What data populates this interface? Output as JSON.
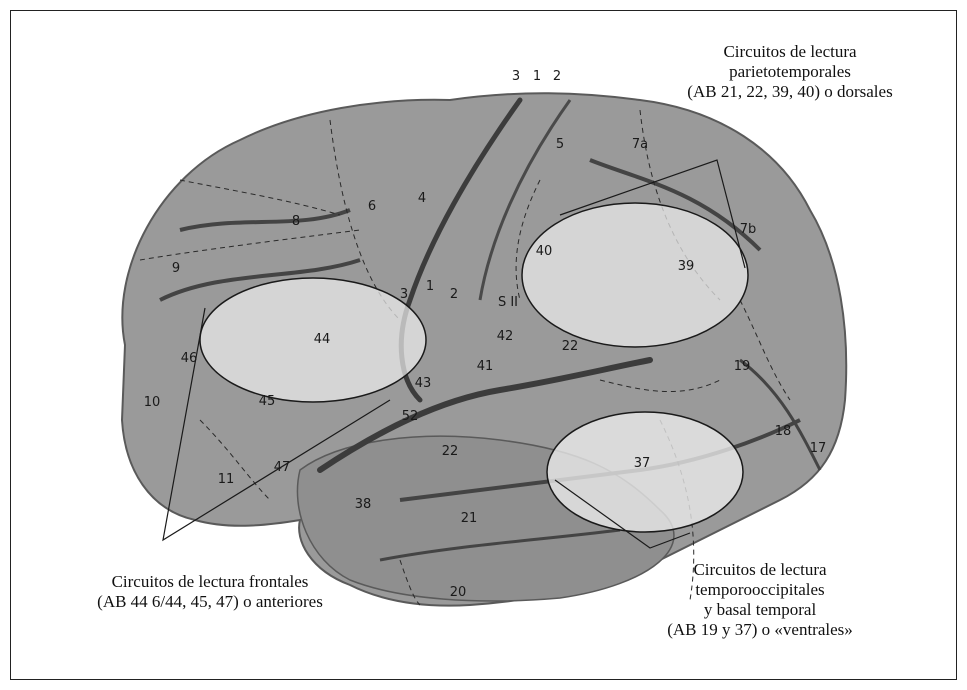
{
  "captions": {
    "parietal": [
      "Circuitos de lectura",
      "parietotemporales",
      "(AB 21, 22, 39, 40) o dorsales"
    ],
    "frontal": [
      "Circuitos de lectura frontales",
      "(AB 44 6/44, 45, 47) o anteriores"
    ],
    "ventral": [
      "Circuitos de lectura",
      "temporooccipitales",
      "y basal temporal",
      "(AB 19 y 37) o «ventrales»"
    ]
  },
  "area_labels": [
    "3",
    "1",
    "2",
    "5",
    "7a",
    "6",
    "4",
    "8",
    "7b",
    "40",
    "39",
    "9",
    "3",
    "1",
    "2",
    "S II",
    "44",
    "46",
    "42",
    "22",
    "41",
    "43",
    "19",
    "10",
    "45",
    "52",
    "22",
    "18",
    "37",
    "17",
    "11",
    "47",
    "38",
    "21",
    "20"
  ],
  "colors": {
    "brain": "#9a9a9a",
    "brain_dark": "#7d7d7d",
    "sulcus": "#3c3c3c",
    "highlight": "#ececec",
    "frame": "#222222"
  }
}
